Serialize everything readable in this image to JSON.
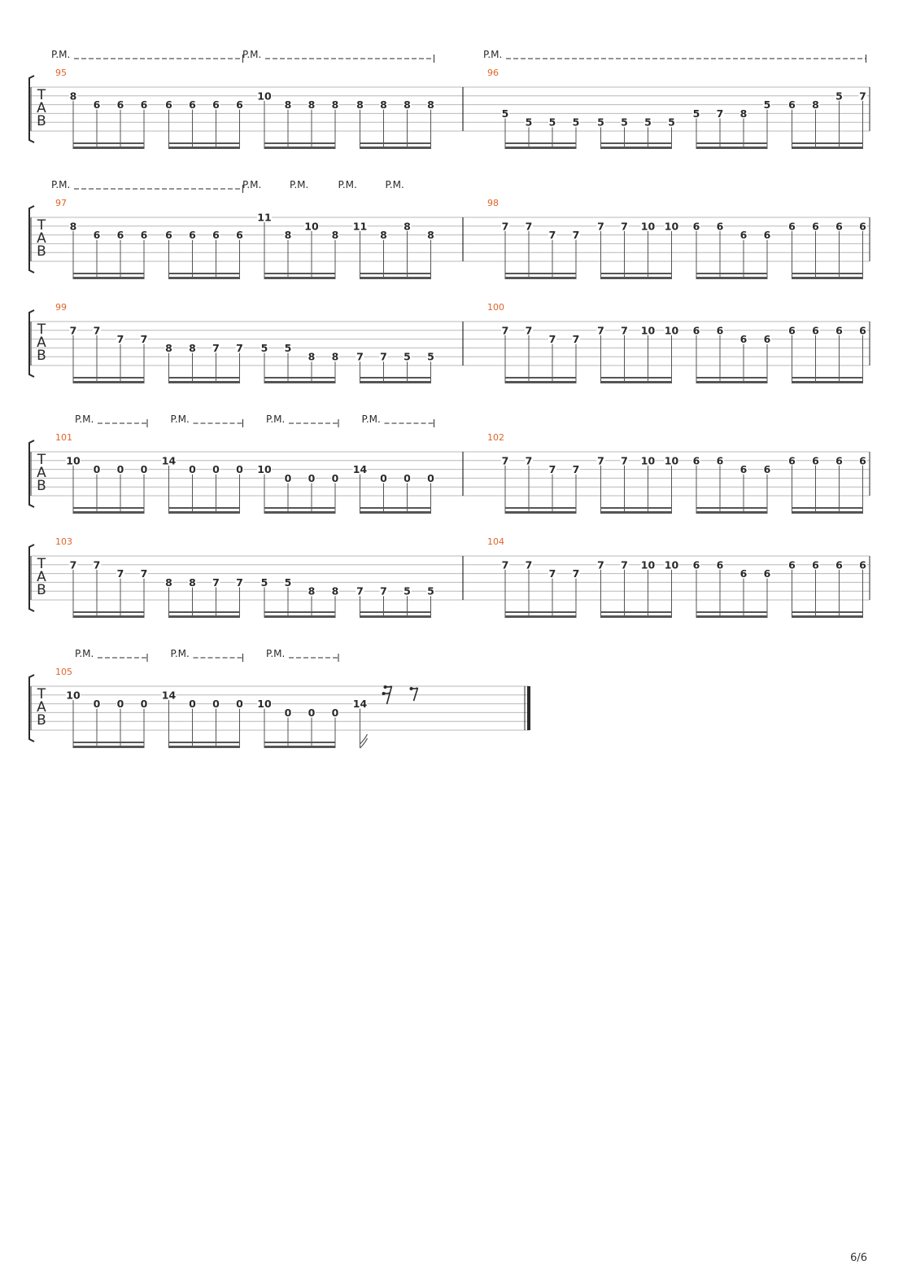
{
  "page": {
    "number_label": "6/6"
  },
  "clef_letters": [
    "T",
    "A",
    "B"
  ],
  "palm_mute_label": "P.M.",
  "colors": {
    "measure_number": "#e0642a",
    "staff_line": "#b8b8b8",
    "ink": "#2a2a2a",
    "beam": "#555555"
  },
  "systems": [
    {
      "measures": [
        {
          "number": "95",
          "notes": [
            [
              "8",
              "B"
            ],
            [
              "6",
              "G"
            ],
            [
              "6",
              "G"
            ],
            [
              "6",
              "G"
            ],
            [
              "6",
              "G"
            ],
            [
              "6",
              "G"
            ],
            [
              "6",
              "G"
            ],
            [
              "6",
              "G"
            ],
            [
              "10",
              "B"
            ],
            [
              "8",
              "G"
            ],
            [
              "8",
              "G"
            ],
            [
              "8",
              "G"
            ],
            [
              "8",
              "G"
            ],
            [
              "8",
              "G"
            ],
            [
              "8",
              "G"
            ],
            [
              "8",
              "G"
            ]
          ],
          "palm_mutes": [
            {
              "from": 0,
              "to": 7,
              "style": "dashed-end"
            },
            {
              "from": 8,
              "to": 15,
              "style": "dashed-end"
            }
          ]
        },
        {
          "number": "96",
          "notes": [
            [
              "5",
              "D"
            ],
            [
              "5",
              "A"
            ],
            [
              "5",
              "A"
            ],
            [
              "5",
              "A"
            ],
            [
              "5",
              "A"
            ],
            [
              "5",
              "A"
            ],
            [
              "5",
              "A"
            ],
            [
              "5",
              "A"
            ],
            [
              "5",
              "D"
            ],
            [
              "7",
              "D"
            ],
            [
              "8",
              "D"
            ],
            [
              "5",
              "G"
            ],
            [
              "6",
              "G"
            ],
            [
              "8",
              "G"
            ],
            [
              "5",
              "B"
            ],
            [
              "7",
              "B"
            ]
          ],
          "palm_mutes": [
            {
              "from": 0,
              "to": 15,
              "style": "dashed-end"
            }
          ]
        }
      ]
    },
    {
      "measures": [
        {
          "number": "97",
          "notes": [
            [
              "8",
              "B"
            ],
            [
              "6",
              "G"
            ],
            [
              "6",
              "G"
            ],
            [
              "6",
              "G"
            ],
            [
              "6",
              "G"
            ],
            [
              "6",
              "G"
            ],
            [
              "6",
              "G"
            ],
            [
              "6",
              "G"
            ],
            [
              "11",
              "e"
            ],
            [
              "8",
              "G"
            ],
            [
              "10",
              "B"
            ],
            [
              "8",
              "G"
            ],
            [
              "11",
              "B"
            ],
            [
              "8",
              "G"
            ],
            [
              "8",
              "B"
            ],
            [
              "8",
              "G"
            ]
          ],
          "palm_mutes": [
            {
              "from": 0,
              "to": 7,
              "style": "dashed-end"
            },
            {
              "from": 8,
              "to": 9,
              "style": "plain"
            },
            {
              "from": 10,
              "to": 11,
              "style": "plain"
            },
            {
              "from": 12,
              "to": 13,
              "style": "plain"
            },
            {
              "from": 14,
              "to": 15,
              "style": "plain"
            }
          ]
        },
        {
          "number": "98",
          "notes": [
            [
              "7",
              "B"
            ],
            [
              "7",
              "B"
            ],
            [
              "7",
              "G"
            ],
            [
              "7",
              "G"
            ],
            [
              "7",
              "B"
            ],
            [
              "7",
              "B"
            ],
            [
              "10",
              "B"
            ],
            [
              "10",
              "B"
            ],
            [
              "6",
              "B"
            ],
            [
              "6",
              "B"
            ],
            [
              "6",
              "G"
            ],
            [
              "6",
              "G"
            ],
            [
              "6",
              "B"
            ],
            [
              "6",
              "B"
            ],
            [
              "6",
              "B"
            ],
            [
              "6",
              "B"
            ]
          ],
          "palm_mutes": []
        }
      ]
    },
    {
      "measures": [
        {
          "number": "99",
          "notes": [
            [
              "7",
              "B"
            ],
            [
              "7",
              "B"
            ],
            [
              "7",
              "G"
            ],
            [
              "7",
              "G"
            ],
            [
              "8",
              "D"
            ],
            [
              "8",
              "D"
            ],
            [
              "7",
              "D"
            ],
            [
              "7",
              "D"
            ],
            [
              "5",
              "D"
            ],
            [
              "5",
              "D"
            ],
            [
              "8",
              "A"
            ],
            [
              "8",
              "A"
            ],
            [
              "7",
              "A"
            ],
            [
              "7",
              "A"
            ],
            [
              "5",
              "A"
            ],
            [
              "5",
              "A"
            ]
          ],
          "palm_mutes": []
        },
        {
          "number": "100",
          "notes": [
            [
              "7",
              "B"
            ],
            [
              "7",
              "B"
            ],
            [
              "7",
              "G"
            ],
            [
              "7",
              "G"
            ],
            [
              "7",
              "B"
            ],
            [
              "7",
              "B"
            ],
            [
              "10",
              "B"
            ],
            [
              "10",
              "B"
            ],
            [
              "6",
              "B"
            ],
            [
              "6",
              "B"
            ],
            [
              "6",
              "G"
            ],
            [
              "6",
              "G"
            ],
            [
              "6",
              "B"
            ],
            [
              "6",
              "B"
            ],
            [
              "6",
              "B"
            ],
            [
              "6",
              "B"
            ]
          ],
          "palm_mutes": []
        }
      ]
    },
    {
      "measures": [
        {
          "number": "101",
          "notes": [
            [
              "10",
              "B"
            ],
            [
              "0",
              "G"
            ],
            [
              "0",
              "G"
            ],
            [
              "0",
              "G"
            ],
            [
              "14",
              "B"
            ],
            [
              "0",
              "G"
            ],
            [
              "0",
              "G"
            ],
            [
              "0",
              "G"
            ],
            [
              "10",
              "G"
            ],
            [
              "0",
              "D"
            ],
            [
              "0",
              "D"
            ],
            [
              "0",
              "D"
            ],
            [
              "14",
              "G"
            ],
            [
              "0",
              "D"
            ],
            [
              "0",
              "D"
            ],
            [
              "0",
              "D"
            ]
          ],
          "palm_mutes": [
            {
              "from": 1,
              "to": 3,
              "style": "dashed-end"
            },
            {
              "from": 5,
              "to": 7,
              "style": "dashed-end"
            },
            {
              "from": 9,
              "to": 11,
              "style": "dashed-end"
            },
            {
              "from": 13,
              "to": 15,
              "style": "dashed-end"
            }
          ]
        },
        {
          "number": "102",
          "notes": [
            [
              "7",
              "B"
            ],
            [
              "7",
              "B"
            ],
            [
              "7",
              "G"
            ],
            [
              "7",
              "G"
            ],
            [
              "7",
              "B"
            ],
            [
              "7",
              "B"
            ],
            [
              "10",
              "B"
            ],
            [
              "10",
              "B"
            ],
            [
              "6",
              "B"
            ],
            [
              "6",
              "B"
            ],
            [
              "6",
              "G"
            ],
            [
              "6",
              "G"
            ],
            [
              "6",
              "B"
            ],
            [
              "6",
              "B"
            ],
            [
              "6",
              "B"
            ],
            [
              "6",
              "B"
            ]
          ],
          "palm_mutes": []
        }
      ]
    },
    {
      "measures": [
        {
          "number": "103",
          "notes": [
            [
              "7",
              "B"
            ],
            [
              "7",
              "B"
            ],
            [
              "7",
              "G"
            ],
            [
              "7",
              "G"
            ],
            [
              "8",
              "D"
            ],
            [
              "8",
              "D"
            ],
            [
              "7",
              "D"
            ],
            [
              "7",
              "D"
            ],
            [
              "5",
              "D"
            ],
            [
              "5",
              "D"
            ],
            [
              "8",
              "A"
            ],
            [
              "8",
              "A"
            ],
            [
              "7",
              "A"
            ],
            [
              "7",
              "A"
            ],
            [
              "5",
              "A"
            ],
            [
              "5",
              "A"
            ]
          ],
          "palm_mutes": []
        },
        {
          "number": "104",
          "notes": [
            [
              "7",
              "B"
            ],
            [
              "7",
              "B"
            ],
            [
              "7",
              "G"
            ],
            [
              "7",
              "G"
            ],
            [
              "7",
              "B"
            ],
            [
              "7",
              "B"
            ],
            [
              "10",
              "B"
            ],
            [
              "10",
              "B"
            ],
            [
              "6",
              "B"
            ],
            [
              "6",
              "B"
            ],
            [
              "6",
              "G"
            ],
            [
              "6",
              "G"
            ],
            [
              "6",
              "B"
            ],
            [
              "6",
              "B"
            ],
            [
              "6",
              "B"
            ],
            [
              "6",
              "B"
            ]
          ],
          "palm_mutes": []
        }
      ]
    },
    {
      "final": true,
      "measures": [
        {
          "number": "105",
          "notes": [
            [
              "10",
              "B"
            ],
            [
              "0",
              "G"
            ],
            [
              "0",
              "G"
            ],
            [
              "0",
              "G"
            ],
            [
              "14",
              "B"
            ],
            [
              "0",
              "G"
            ],
            [
              "0",
              "G"
            ],
            [
              "0",
              "G"
            ],
            [
              "10",
              "G"
            ],
            [
              "0",
              "D"
            ],
            [
              "0",
              "D"
            ],
            [
              "0",
              "D"
            ],
            [
              "14",
              "G"
            ]
          ],
          "rests": [
            "sixteenth",
            "eighth"
          ],
          "palm_mutes": [
            {
              "from": 1,
              "to": 3,
              "style": "dashed-end"
            },
            {
              "from": 5,
              "to": 7,
              "style": "dashed-end"
            },
            {
              "from": 9,
              "to": 11,
              "style": "dashed-end"
            }
          ]
        }
      ]
    }
  ]
}
